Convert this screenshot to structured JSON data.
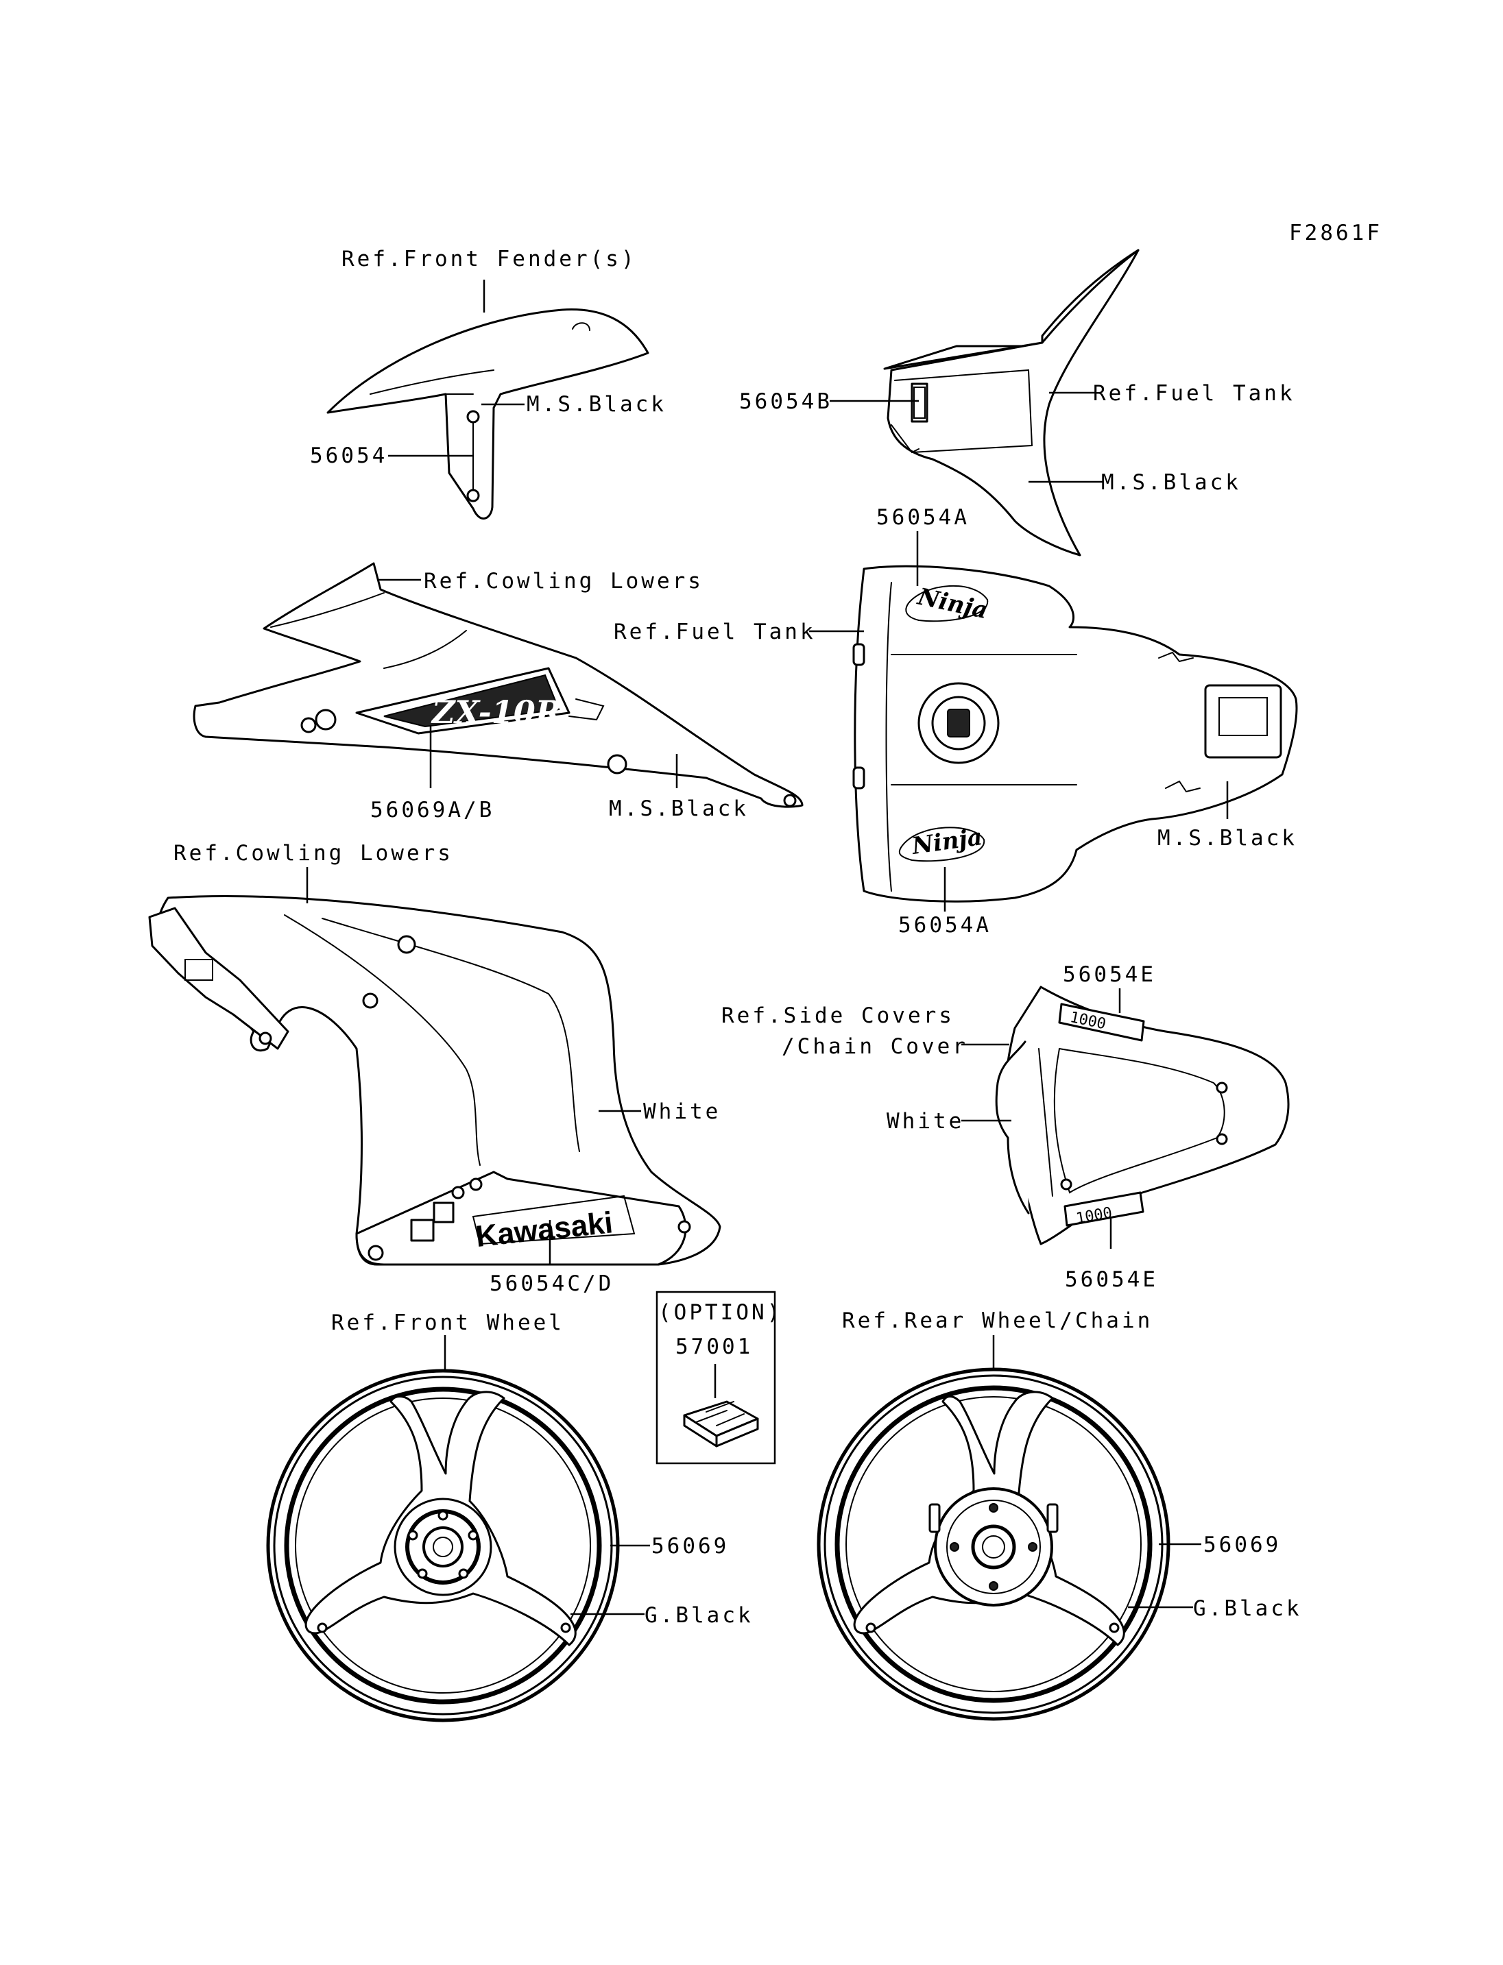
{
  "figure_code": "F2861F",
  "labels": {
    "ref_front_fender": "Ref.Front Fender(s)",
    "ms_black_fender": "M.S.Black",
    "p_56054": "56054",
    "p_56054B": "56054B",
    "ref_fuel_tank_cover": "Ref.Fuel Tank",
    "ms_black_tank_cover": "M.S.Black",
    "p_56054A_top": "56054A",
    "ref_cowling_lowers_upper": "Ref.Cowling Lowers",
    "ref_fuel_tank": "Ref.Fuel Tank",
    "p_56069AB": "56069A/B",
    "ms_black_cowling": "M.S.Black",
    "ms_black_tank": "M.S.Black",
    "p_56054A_bottom": "56054A",
    "ref_cowling_lowers": "Ref.Cowling Lowers",
    "p_56054E_top": "56054E",
    "ref_side_covers_1": "Ref.Side Covers",
    "ref_side_covers_2": "/Chain Cover",
    "white_cowling": "White",
    "white_side_cover": "White",
    "p_56054CD": "56054C/D",
    "p_56054E_bottom": "56054E",
    "option": "(OPTION)",
    "p_57001": "57001",
    "ref_front_wheel": "Ref.Front Wheel",
    "ref_rear_wheel": "Ref.Rear Wheel/Chain",
    "p_56069_front": "56069",
    "g_black_front": "G.Black",
    "p_56069_rear": "56069",
    "g_black_rear": "G.Black"
  },
  "decal_text": {
    "zx10r": "ZX-10R",
    "kawasaki": "Kawasaki",
    "ninja": "Ninja",
    "num_1000": "1000"
  }
}
